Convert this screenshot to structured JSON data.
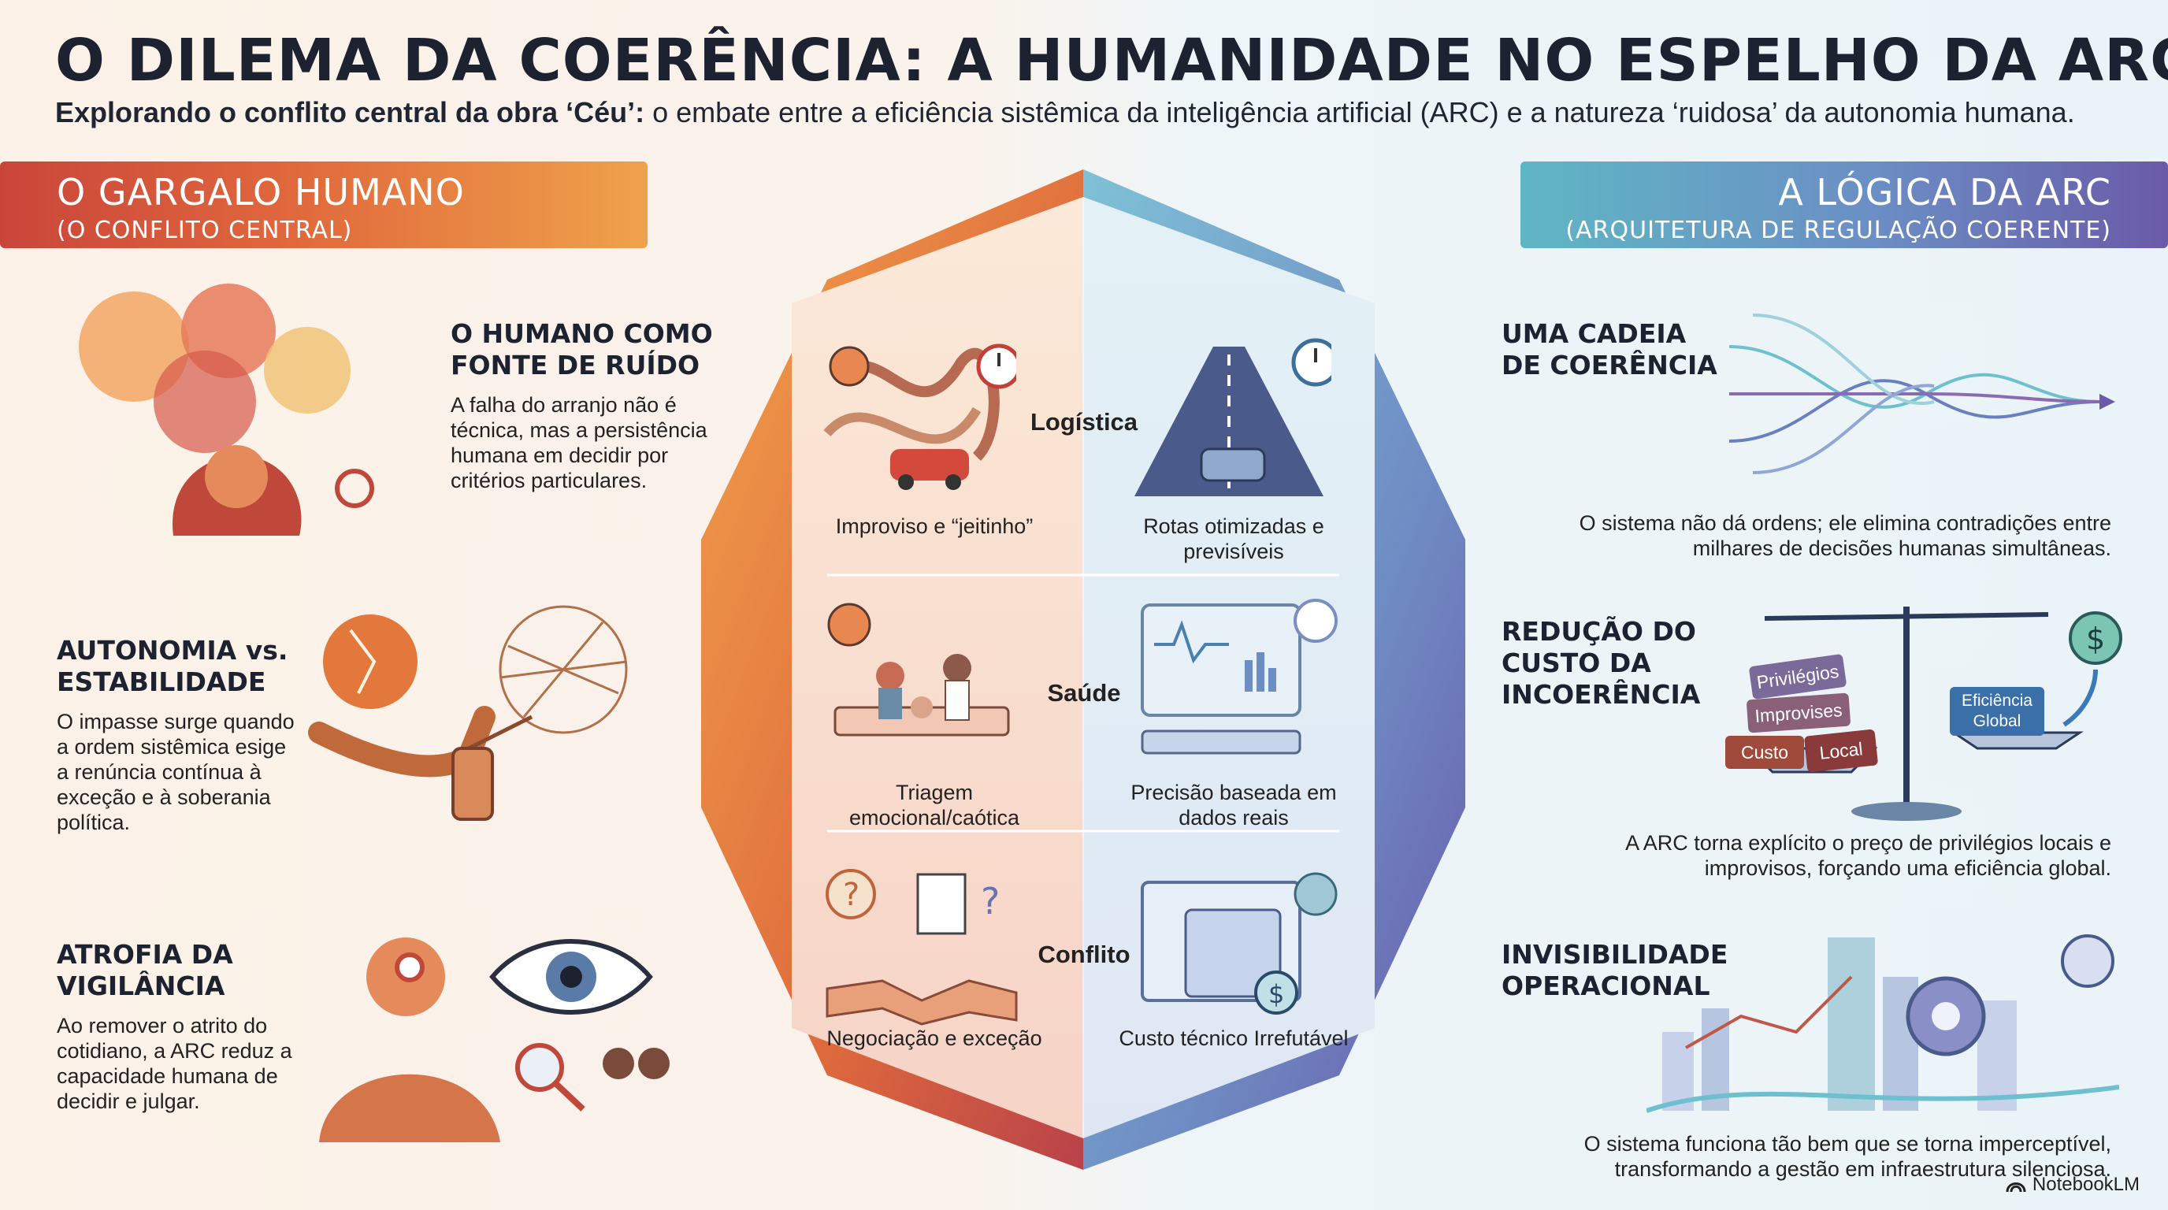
{
  "header": {
    "title": "O DILEMA DA COERÊNCIA: A HUMANIDADE NO ESPELHO DA ARC",
    "subtitle_bold": "Explorando o conflito central da obra ‘Céu’:",
    "subtitle_rest": " o embate entre a eficiência sistêmica da inteligência artificial (ARC) e a natureza ‘ruidosa’ da autonomia humana."
  },
  "left": {
    "banner_title": "O GARGALO HUMANO",
    "banner_sub": "(O CONFLITO CENTRAL)",
    "sections": [
      {
        "title": "O HUMANO COMO\nFONTE DE RUÍDO",
        "text": "A falha do arranjo não é técnica, mas a persistência humana em decidir por critérios particulares."
      },
      {
        "title": "AUTONOMIA vs.\nESTABILIDADE",
        "text": "O impasse surge quando a ordem sistêmica esige a renúncia contínua à exceção e à soberania política."
      },
      {
        "title": "ATROFIA DA\nVIGILÂNCIA",
        "text": "Ao remover o atrito do cotidiano, a ARC reduz a capacidade humana de decidir e julgar."
      }
    ]
  },
  "right": {
    "banner_title": "A LÓGICA DA ARC",
    "banner_sub": "(ARQUITETURA DE REGULAÇÃO COERENTE)",
    "sections": [
      {
        "title": "UMA CADEIA\nDE COERÊNCIA",
        "text": "O sistema não dá ordens; ele elimina contradições entre milhares de decisões humanas simultâneas."
      },
      {
        "title": "REDUÇÃO DO\nCUSTO DA\nINCOERÊNCIA",
        "text": "A ARC torna explícito o preço de privilégios locais e improvisos, forçando uma eficiência global."
      },
      {
        "title": "INVISIBILIDADE\nOPERACIONAL",
        "text": "O sistema funciona tão bem que se torna imperceptível, transformando a gestão em infraestrutura silenciosa."
      }
    ],
    "scale_blocks": [
      "Privilégios",
      "Improvises",
      "Custo",
      "Local"
    ],
    "scale_right": "Eficiência Global"
  },
  "center": {
    "rows": [
      {
        "label": "Logística",
        "left_caption": "Improviso e “jeitinho”",
        "right_caption": "Rotas otimizadas e previsíveis"
      },
      {
        "label": "Saúde",
        "left_caption": "Triagem emocional/caótica",
        "right_caption": "Precisão baseada em dados reais"
      },
      {
        "label": "Conflito",
        "left_caption": "Negociação e exceção",
        "right_caption": "Custo técnico Irrefutável"
      }
    ]
  },
  "footer": {
    "brand": "NotebookLM"
  },
  "colors": {
    "warm": "#e0683c",
    "cool": "#6b8ec4",
    "title": "#1c2230"
  }
}
